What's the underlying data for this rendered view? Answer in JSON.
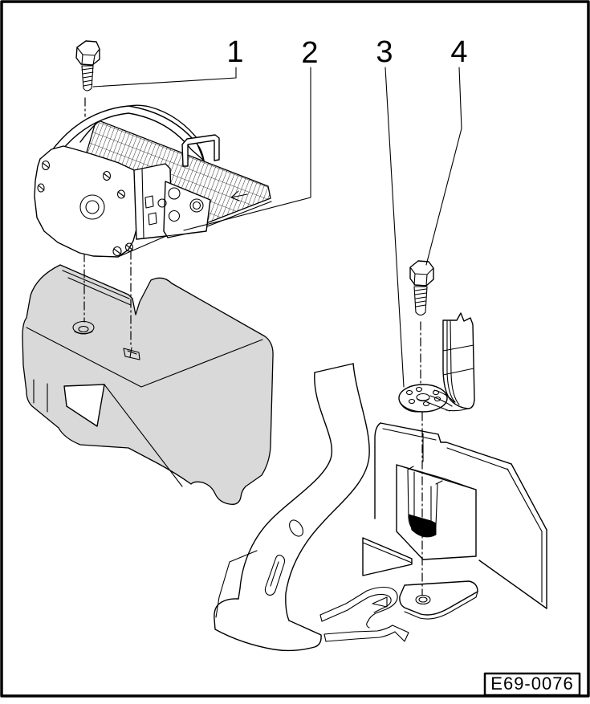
{
  "figure": {
    "callouts": [
      {
        "label": "1"
      },
      {
        "label": "2"
      },
      {
        "label": "3"
      },
      {
        "label": "4"
      }
    ],
    "reference_label": "E69-0076",
    "colors": {
      "line": "#000000",
      "background": "#ffffff",
      "bracket_fill": "#d9d9d9"
    }
  }
}
